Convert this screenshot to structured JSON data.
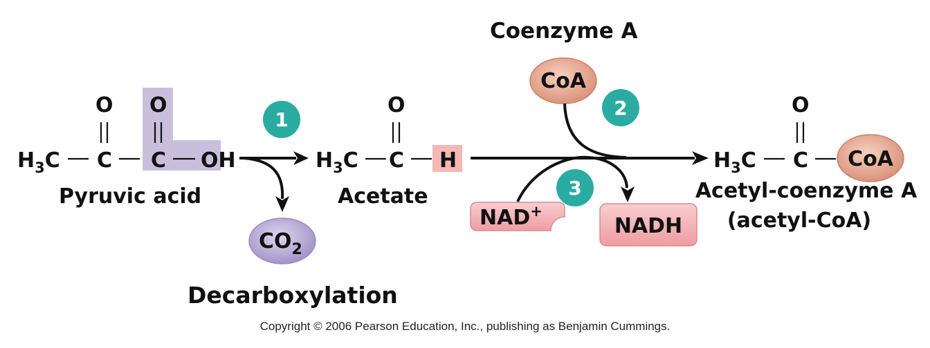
{
  "pyruvic_acid": {
    "name": "Pyruvic acid",
    "methyl": "H3C",
    "methyl_h": "H",
    "methyl_sub": "3",
    "methyl_c": "C",
    "carbon": "C",
    "oxygen": "O",
    "hydroxyl": "OH"
  },
  "acetate": {
    "name": "Acetate",
    "methyl_h": "H",
    "methyl_sub": "3",
    "methyl_c": "C",
    "carbon": "C",
    "oxygen": "O",
    "hydrogen": "H"
  },
  "acetyl_coa": {
    "name": "Acetyl-coenzyme A",
    "abbrev": "(acetyl-CoA)",
    "methyl_h": "H",
    "methyl_sub": "3",
    "methyl_c": "C",
    "carbon": "C",
    "oxygen": "O",
    "coa": "CoA"
  },
  "steps": [
    "1",
    "2",
    "3"
  ],
  "coenzyme": {
    "title": "Coenzyme A",
    "badge": "CoA"
  },
  "co2": {
    "main": "CO",
    "sub": "2"
  },
  "decarboxylation": "Decarboxylation",
  "nad_plus": {
    "main": "NAD",
    "sup": "+"
  },
  "nadh": "NADH",
  "copyright": "Copyright © 2006 Pearson Education, Inc., publishing as Benjamin Cummings.",
  "colors": {
    "teal_step": "#2aaca3",
    "purple_highlight": "#c9bfdc",
    "purple_oval": "#b2a6d2",
    "salmon_oval": "#e7a68c",
    "pink_box": "#f2a9ad",
    "pink_highlight": "#f4b7b4"
  }
}
